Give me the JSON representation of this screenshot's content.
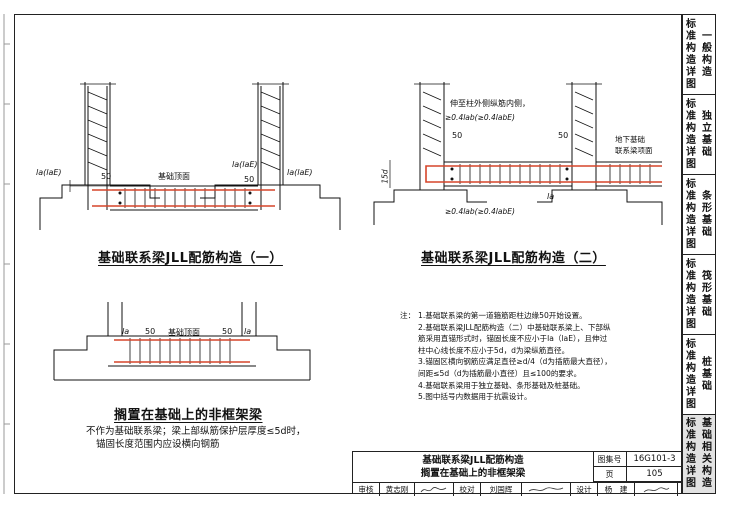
{
  "drawings": {
    "d1_caption": "基础联系梁JLL配筋构造（一）",
    "d2_caption": "基础联系梁JLL配筋构造（二）",
    "d3_caption": "搁置在基础上的非框架梁",
    "d3_note_line1": "不作为基础联系梁；梁上部纵筋保护层厚度≤5d时，",
    "d3_note_line2": "锚固长度范围内应设横向钢筋"
  },
  "labels": {
    "la_lae": "la(laE)",
    "num50": "50",
    "jichu_dingmian": "基础顶面",
    "zhu_waice": "伸至柱外侧纵筋内侧，",
    "ge_04": "≥0.4lab(≥0.4labE)",
    "dixia_line1": "地下基础",
    "dixia_line2": "联系梁项面",
    "num15d": "15d",
    "la": "la",
    "labe": "lab"
  },
  "notes": {
    "head": "注：",
    "items": [
      "1.基础联系梁的第一道箍筋距柱边缘50开始设置。",
      "2.基础联系梁JLL配筋构造（二）中基础联系梁上、下部纵\n   筋采用直锚形式时，锚固长度不应小于la（laE），且伸过\n   柱中心线长度不应小于5d，d为梁纵筋直径。",
      "3.锚固区横向钢筋应满足直径≥d/4（d为插筋最大直径），\n   间距≤5d（d为插筋最小直径）且≤100的要求。",
      "4.基础联系梁用于独立基础、条形基础及桩基础。",
      "5.图中括号内数据用于抗震设计。"
    ]
  },
  "titleblock": {
    "title_line1": "基础联系梁JLL配筋构造",
    "title_line2": "搁置在基础上的非框架梁",
    "atlas_label": "图集号",
    "atlas_no": "16G101-3",
    "page_label": "页",
    "page_no": "105",
    "review_label": "审核",
    "review_name": "黄志刚",
    "check_label": "校对",
    "check_name": "刘国辉",
    "design_label": "设计",
    "design_name": "杨　建"
  },
  "tabs": [
    {
      "left": "标准构造详图",
      "right": "一般构造",
      "active": false
    },
    {
      "left": "标准构造详图",
      "right": "独立基础",
      "active": false
    },
    {
      "left": "标准构造详图",
      "right": "条形基础",
      "active": false
    },
    {
      "left": "标准构造详图",
      "right": "筏形基础",
      "active": false
    },
    {
      "left": "标准构造详图",
      "right": "桩基础",
      "active": false
    },
    {
      "left": "标准构造详图",
      "right": "基础相关构造",
      "active": true
    }
  ]
}
